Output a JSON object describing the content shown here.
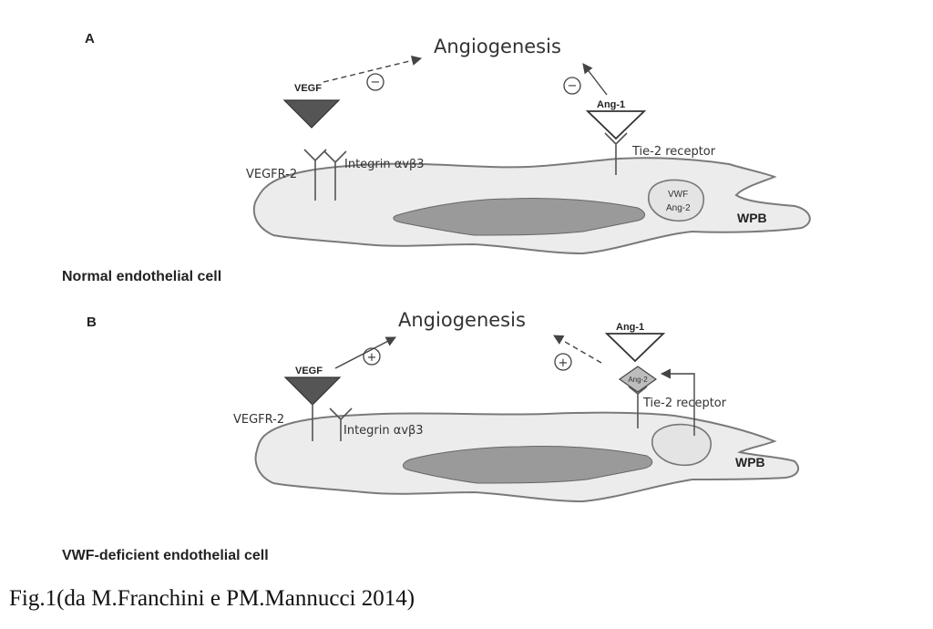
{
  "panels": {
    "a": {
      "letter": "A",
      "title": "Angiogenesis",
      "vegf": "VEGF",
      "ang1": "Ang-1",
      "vegfr2": "VEGFR-2",
      "integrin": "Integrin αvβ3",
      "tie2": "Tie-2 receptor",
      "wpb_vwf": "VWF",
      "wpb_ang2": "Ang-2",
      "wpb": "WPB",
      "sign_left": "−",
      "sign_right": "−",
      "caption": "Normal endothelial cell"
    },
    "b": {
      "letter": "B",
      "title": "Angiogenesis",
      "vegf": "VEGF",
      "ang1": "Ang-1",
      "ang2": "Ang-2",
      "vegfr2": "VEGFR-2",
      "integrin": "Integrin αvβ3",
      "tie2": "Tie-2 receptor",
      "wpb": "WPB",
      "sign_left": "+",
      "sign_right": "+",
      "caption": "VWF-deficient endothelial cell"
    }
  },
  "figure_caption": "Fig.1(da M.Franchini e PM.Mannucci 2014)",
  "colors": {
    "ligand_fill": "#555555",
    "cell_fill": "#ececec",
    "nucleus_fill": "#9a9a9a"
  }
}
